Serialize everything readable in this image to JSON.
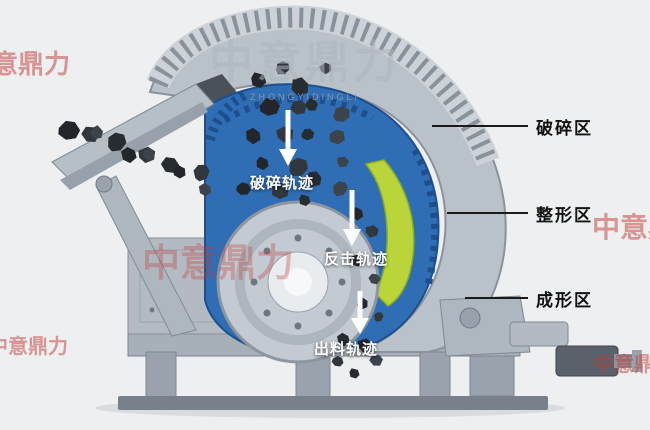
{
  "watermark": {
    "cn": "中意鼎力",
    "en": "ZHONGYIDINGLI"
  },
  "labels": {
    "zones": [
      {
        "text": "破碎区"
      },
      {
        "text": "整形区"
      },
      {
        "text": "成形区"
      }
    ],
    "trajectories": [
      {
        "text": "破碎轨迹"
      },
      {
        "text": "反击轨迹"
      },
      {
        "text": "出料轨迹"
      }
    ]
  },
  "icons": {
    "arrow_down": "down-arrow marking material flow"
  },
  "colors": {
    "background": "#edeff1",
    "machine_gray": "#b9c1c9",
    "machine_edge": "#8a939d",
    "chamber_blue": "#2f6db5",
    "chamber_blue_dark": "#1d4f8e",
    "liner_green": "#b9d53a",
    "rock_dark": "#2b3036",
    "arrow_white": "#ffffff",
    "label_black": "#111111",
    "watermark_red": "#c23b35"
  }
}
